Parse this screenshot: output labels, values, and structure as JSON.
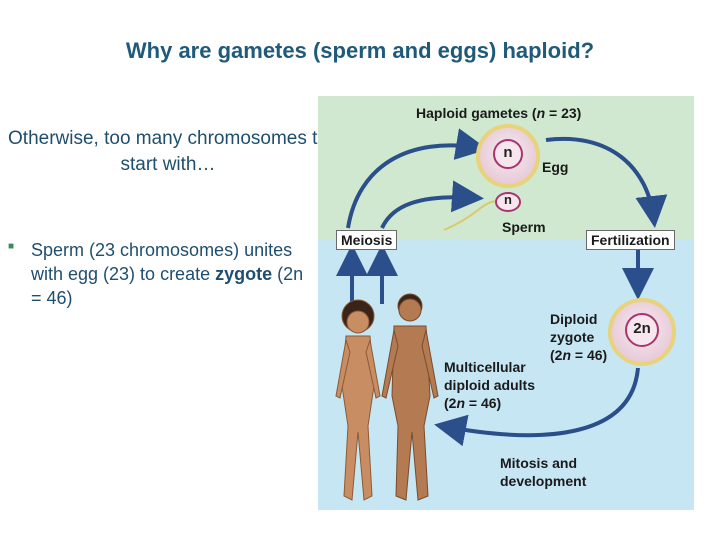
{
  "slide": {
    "title": "Why are gametes (sperm and eggs) haploid?",
    "subtitle": "Otherwise, too many chromosomes to start with…",
    "bullet": {
      "pre": "Sperm (23 chromosomes) unites with egg (23) to create ",
      "bold": "zygote",
      "post": " (2n = 46)"
    }
  },
  "diagram": {
    "haploid_title_prefix": "Haploid gametes (",
    "haploid_title_var": "n",
    "haploid_title_suffix": " = 23)",
    "egg_cell_label": "n",
    "egg_label": "Egg",
    "sperm_cell_label": "n",
    "sperm_label": "Sperm",
    "meiosis_label": "Meiosis",
    "fertilization_label": "Fertilization",
    "zygote_line1": "Diploid",
    "zygote_line2": "zygote",
    "zygote_line3_prefix": "(2",
    "zygote_line3_var": "n",
    "zygote_line3_suffix": " = 46)",
    "zygote_cell_label": "2n",
    "adults_line1": "Multicellular",
    "adults_line2": "diploid adults",
    "adults_line3_prefix": "(2",
    "adults_line3_var": "n",
    "adults_line3_suffix": " = 46)",
    "mitosis_line1": "Mitosis and",
    "mitosis_line2": "development",
    "colors": {
      "haploid_region": "#cfe8cf",
      "diploid_region": "#c6e6f3",
      "arrow": "#2a4f8a",
      "cell_fill": "#f1dce6",
      "nucleus": "#a8356d"
    }
  }
}
